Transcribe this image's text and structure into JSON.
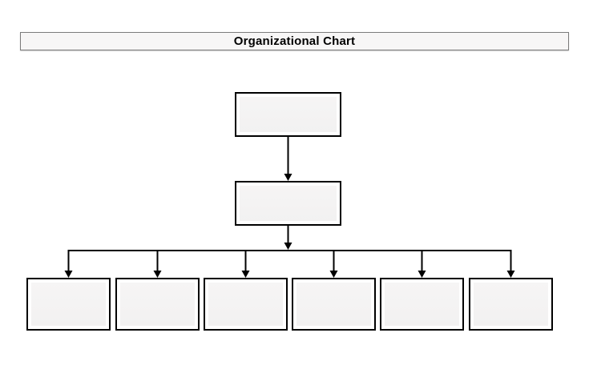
{
  "header": {
    "title": "Organizational Chart"
  },
  "colors": {
    "page_background": "#ffffff",
    "title_bar_fill": "#f7f6f6",
    "title_bar_border": "#7b7b7b",
    "title_text": "#000000",
    "node_border": "#000000",
    "node_fill": "#ffffff",
    "node_placeholder_fill": "#f4f3f3",
    "connector": "#000000"
  },
  "org_chart": {
    "levels": [
      {
        "level": 1,
        "nodes": [
          {
            "label": ""
          }
        ]
      },
      {
        "level": 2,
        "nodes": [
          {
            "label": ""
          }
        ]
      },
      {
        "level": 3,
        "nodes": [
          {
            "label": ""
          },
          {
            "label": ""
          },
          {
            "label": ""
          },
          {
            "label": ""
          },
          {
            "label": ""
          },
          {
            "label": ""
          }
        ]
      }
    ],
    "connections": [
      {
        "from": "level1-node1",
        "to": "level2-node1",
        "style": "arrow"
      },
      {
        "from": "level2-node1",
        "to": "level3-node1",
        "style": "arrow"
      },
      {
        "from": "level2-node1",
        "to": "level3-node2",
        "style": "arrow"
      },
      {
        "from": "level2-node1",
        "to": "level3-node3",
        "style": "arrow"
      },
      {
        "from": "level2-node1",
        "to": "level3-node4",
        "style": "arrow"
      },
      {
        "from": "level2-node1",
        "to": "level3-node5",
        "style": "arrow"
      },
      {
        "from": "level2-node1",
        "to": "level3-node6",
        "style": "arrow"
      }
    ]
  }
}
